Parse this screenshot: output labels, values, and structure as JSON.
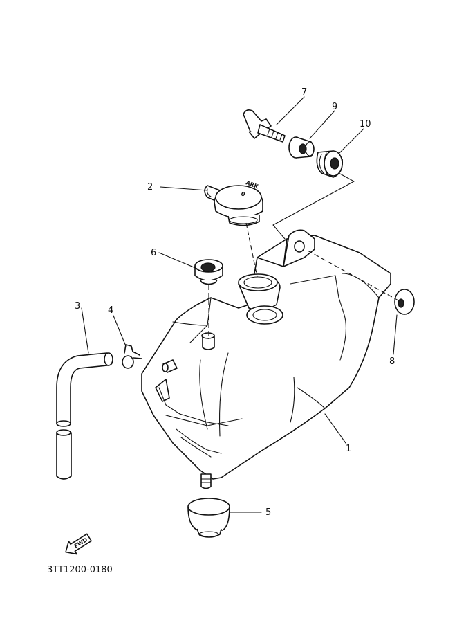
{
  "callouts": [
    {
      "id": "1",
      "label": "1"
    },
    {
      "id": "2",
      "label": "2"
    },
    {
      "id": "3",
      "label": "3"
    },
    {
      "id": "4",
      "label": "4"
    },
    {
      "id": "5",
      "label": "5"
    },
    {
      "id": "6",
      "label": "6"
    },
    {
      "id": "7",
      "label": "7"
    },
    {
      "id": "8",
      "label": "8"
    },
    {
      "id": "9",
      "label": "9"
    },
    {
      "id": "10",
      "label": "10"
    }
  ],
  "fwd_label": "FWD",
  "diagram_code": "3TT1200-0180"
}
